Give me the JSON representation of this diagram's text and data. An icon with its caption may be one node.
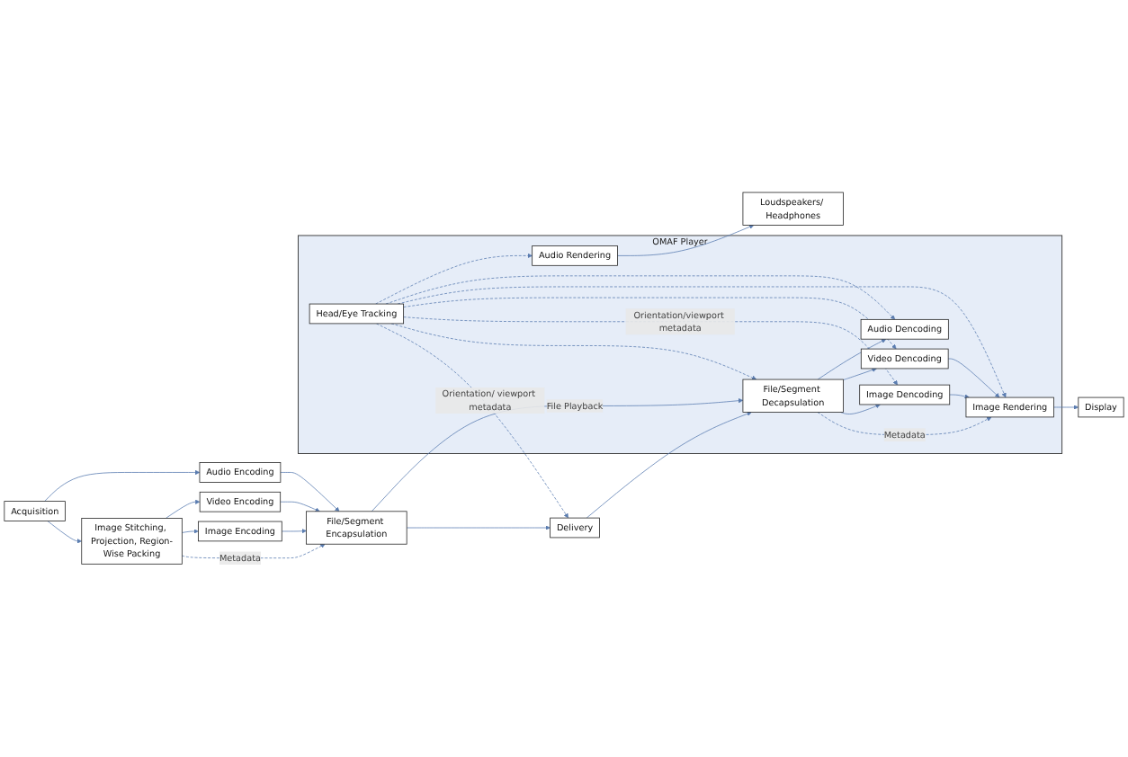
{
  "diagram": {
    "nodes": [
      {
        "text": [
          "Acquisition"
        ]
      },
      {
        "text": [
          "Audio Encoding"
        ]
      },
      {
        "text": [
          "Image Stitching, Projection, Region-Wise Packing"
        ]
      },
      {
        "text": [
          "Video Encoding"
        ]
      },
      {
        "text": [
          "Image Encoding"
        ]
      },
      {
        "text": [
          "File/Segment Encapsulation"
        ]
      },
      {
        "text": [
          "Delivery"
        ]
      },
      {
        "text": [
          "OMAF Player"
        ]
      },
      {
        "text": [
          "Loudspeakers/ Headphones"
        ]
      },
      {
        "text": [
          "Audio Rendering"
        ],
        "in": 7
      },
      {
        "text": [
          "Audio Dencoding"
        ],
        "in": 7
      },
      {
        "text": [
          "Image Rendering"
        ],
        "in": 7
      },
      {
        "text": [
          "Video Dencoding"
        ],
        "in": 7
      },
      {
        "text": [
          "File/Segment Decapsulation"
        ],
        "in": 7
      },
      {
        "text": [
          "Display"
        ]
      },
      {
        "text": [
          "Image Dencoding"
        ],
        "in": 7
      },
      {
        "text": [
          "Head/Eye Tracking"
        ],
        "in": 7
      }
    ],
    "edges": [
      {
        "from": 0,
        "to": 1,
        "arrow": "to"
      },
      {
        "from": 0,
        "to": 2,
        "arrow": "to"
      },
      {
        "from": 2,
        "to": 3,
        "arrow": "to"
      },
      {
        "from": 2,
        "to": 4,
        "arrow": "to"
      },
      {
        "from": 1,
        "to": 5,
        "arrow": "to"
      },
      {
        "from": 3,
        "to": 5,
        "arrow": "to"
      },
      {
        "from": 4,
        "to": 5,
        "arrow": "to"
      },
      {
        "from": 2,
        "to": 5,
        "arrow": "to",
        "style": "dashed",
        "label": "Metadata"
      },
      {
        "from": 5,
        "to": 6,
        "arrow": "to"
      },
      {
        "from": 5,
        "to": 13,
        "arrow": "to",
        "label": "File Playback"
      },
      {
        "from": 6,
        "to": 13,
        "arrow": "to"
      },
      {
        "from": 13,
        "to": 10,
        "arrow": "to"
      },
      {
        "from": 13,
        "to": 12,
        "arrow": "to"
      },
      {
        "from": 13,
        "to": 15,
        "arrow": "to"
      },
      {
        "from": 13,
        "to": 11,
        "arrow": "to",
        "style": "dashed",
        "label": "Metadata"
      },
      {
        "from": 12,
        "to": 11,
        "arrow": "to"
      },
      {
        "from": 15,
        "to": 11,
        "arrow": "to"
      },
      {
        "from": 9,
        "to": 8,
        "arrow": "to"
      },
      {
        "from": 11,
        "to": 14,
        "arrow": "to"
      },
      {
        "from": 16,
        "to": 9,
        "arrow": "to",
        "style": "dashed"
      },
      {
        "from": 16,
        "to": 10,
        "arrow": "to",
        "style": "dashed"
      },
      {
        "from": 16,
        "to": 11,
        "arrow": "to",
        "style": "dashed"
      },
      {
        "from": 16,
        "to": 12,
        "arrow": "to",
        "style": "dashed"
      },
      {
        "from": 16,
        "to": 15,
        "arrow": "to",
        "style": "dashed",
        "label": "Orientation/viewport metadata"
      },
      {
        "from": 16,
        "to": 13,
        "arrow": "to",
        "style": "dashed"
      },
      {
        "from": 16,
        "to": 6,
        "arrow": "to",
        "style": "dashed",
        "label": "Orientation/ viewport metadata"
      }
    ]
  }
}
